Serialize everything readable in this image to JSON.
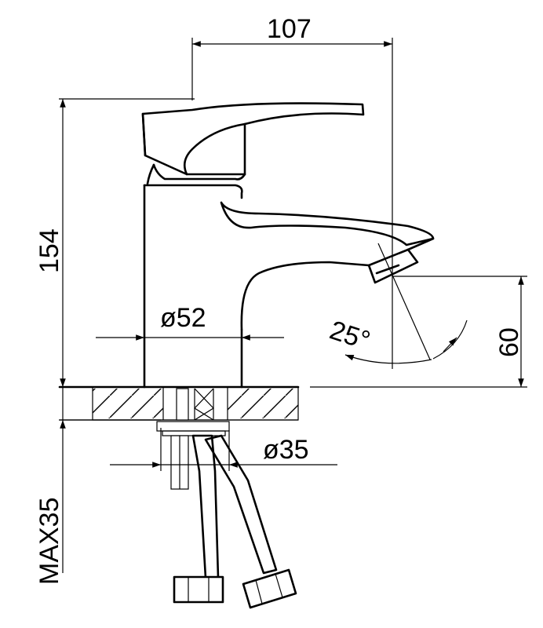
{
  "dimensions": {
    "width_top": "107",
    "height_total": "154",
    "body_diameter": "ø52",
    "spout_height": "60",
    "spout_angle": "25°",
    "shank_diameter": "ø35",
    "max_thickness": "MAX35"
  }
}
